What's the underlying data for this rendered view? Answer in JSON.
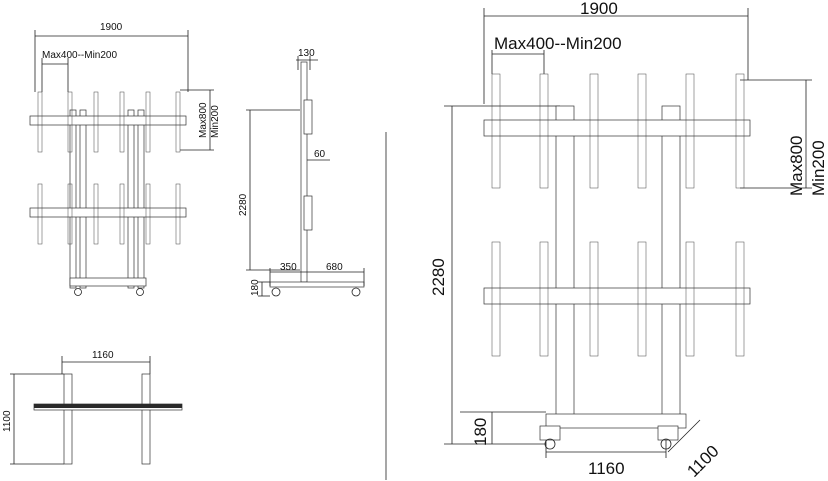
{
  "labels": {
    "front_small_width": "1900",
    "front_small_vesa": "Max400--Min200",
    "front_small_height_max": "Max800",
    "front_small_height_min": "Min200",
    "side_depth_top": "130",
    "side_offset": "60",
    "side_height": "2280",
    "side_base_front": "350",
    "side_base_back": "680",
    "side_base_height": "180",
    "top_width": "1160",
    "top_depth": "1100",
    "iso_width": "1900",
    "iso_vesa": "Max400--Min200",
    "iso_height_max": "Max800",
    "iso_height_min": "Min200",
    "iso_height": "2280",
    "iso_base_height": "180",
    "iso_base_width": "1160",
    "iso_base_depth": "1100"
  }
}
